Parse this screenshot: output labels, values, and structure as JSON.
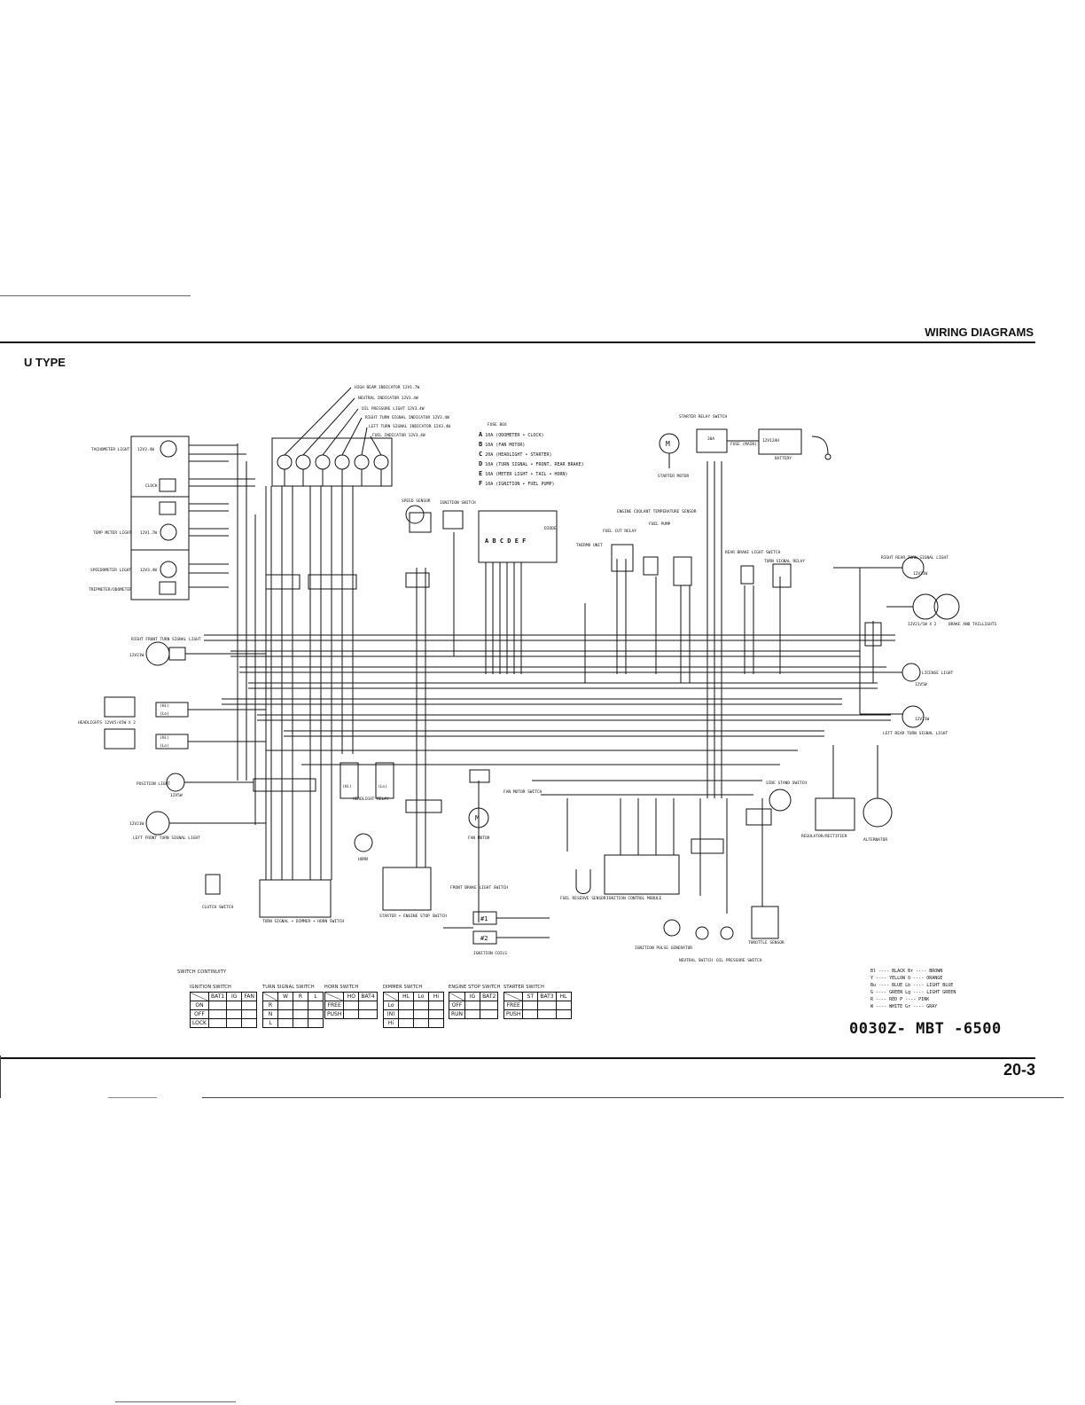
{
  "header": {
    "section_title": "WIRING DIAGRAMS",
    "type_label": "U TYPE",
    "page_number": "20-3"
  },
  "part_number": "0030Z- MBT -6500",
  "indicators": [
    "HIGH BEAM INDICATOR 12V1.7W",
    "NEUTRAL INDICATOR 12V3.4W",
    "OIL PRESSURE LIGHT 12V3.4W",
    "RIGHT TURN SIGNAL INDICATOR 12V3.4W",
    "LEFT TURN SIGNAL INDICATOR 12V3.4W",
    "FUEL INDICATOR 12V3.4W"
  ],
  "meter": {
    "tachometer": "TACHOMETER LIGHT",
    "tachometer_rating": "12V3.4W",
    "clock": "CLOCK",
    "temp": "TEMP METER LIGHT",
    "temp_rating": "12V1.7W",
    "speedometer": "SPEEDOMETER LIGHT",
    "speedometer_rating": "12V3.4W",
    "tripmeter": "TRIPMETER/ODOMETER"
  },
  "fusebox": {
    "title": "FUSE BOX",
    "fuses": [
      {
        "id": "A",
        "rating": "10A",
        "desc": "(ODOMETER • CLOCK)"
      },
      {
        "id": "B",
        "rating": "10A",
        "desc": "(FAN MOTOR)"
      },
      {
        "id": "C",
        "rating": "20A",
        "desc": "(HEADLIGHT • STARTER)"
      },
      {
        "id": "D",
        "rating": "10A",
        "desc": "(TURN SIGNAL • FRONT, REAR BRAKE)"
      },
      {
        "id": "E",
        "rating": "10A",
        "desc": "(METER LIGHT • TAIL • HORN)"
      },
      {
        "id": "F",
        "rating": "10A",
        "desc": "(IGNITION • FUEL PUMP)"
      }
    ],
    "letters": "A B C D E F",
    "diode": "DIODE"
  },
  "components": {
    "speed_sensor": "SPEED SENSOR",
    "ignition_switch": "IGNITION SWITCH",
    "starter_relay": "STARTER RELAY SWITCH",
    "fuse_main_rating": "30A",
    "fuse_main": "FUSE (MAIN)",
    "battery": "BATTERY",
    "battery_rating": "12V12AH",
    "starter_motor": "STARTER MOTOR",
    "coolant_sensor": "ENGINE COOLANT TEMPERATURE SENSOR",
    "fuel_pump": "FUEL PUMP",
    "fuel_cut_relay": "FUEL CUT RELAY",
    "thermo_unit": "THERMO UNIT",
    "rear_brake_switch": "REAR BRAKE LIGHT SWITCH",
    "turn_signal_relay": "TURN SIGNAL RELAY",
    "right_rear_turn": "RIGHT REAR TURN SIGNAL LIGHT",
    "right_rear_turn_rating": "12V21W",
    "brake_tail": "BRAKE AND TAILLIGHTS",
    "brake_tail_rating": "12V21/5W X 2",
    "license": "LICENSE LIGHT",
    "license_rating": "12V5W",
    "left_rear_turn": "LEFT REAR TURN SIGNAL LIGHT",
    "left_rear_turn_rating": "12V21W",
    "right_front_turn": "RIGHT FRONT TURN SIGNAL LIGHT",
    "right_front_turn_rating": "12V21W",
    "headlights": "HEADLIGHTS 12V45/45W X 2",
    "hi": "(Hi)",
    "lo": "(Lo)",
    "position_light": "POSITION LIGHT",
    "position_rating": "12V5W",
    "left_front_turn": "LEFT FRONT TURN SIGNAL LIGHT",
    "left_front_turn_rating": "12V21W",
    "clutch_switch": "CLUTCH SWITCH",
    "horn": "HORN",
    "headlight_relay": "HEADLIGHT RELAY",
    "fan_motor": "FAN MOTOR",
    "fan_motor_switch": "FAN MOTOR SWITCH",
    "front_brake_switch": "FRONT BRAKE LIGHT SWITCH",
    "starter_stop_switch": "STARTER • ENGINE STOP SWITCH",
    "turn_dimmer_horn": "TURN SIGNAL • DIMMER • HORN SWITCH",
    "ignition_coils": "IGNITION COILS",
    "coil1": "#1",
    "coil2": "#2",
    "fuel_reserve": "FUEL RESERVE SENSOR",
    "icm": "IGNITION CONTROL MODULE",
    "pulse_gen": "IGNITION PULSE GENERATOR",
    "neutral_switch": "NEUTRAL SWITCH",
    "oil_switch": "OIL PRESSURE SWITCH",
    "side_stand": "SIDE STAND SWITCH",
    "regulator": "REGULATOR/RECTIFIER",
    "alternator": "ALTERNATOR",
    "throttle": "THROTTLE SENSOR",
    "motor_symbol": "M"
  },
  "switch_continuity": {
    "title": "SWITCH CONTINUITY",
    "tables": [
      {
        "title": "IGNITION SWITCH",
        "cols": [
          "BAT1",
          "IG",
          "FAN"
        ],
        "rows": [
          "ON",
          "OFF",
          "LOCK"
        ]
      },
      {
        "title": "TURN SIGNAL SWITCH",
        "cols": [
          "W",
          "R",
          "L"
        ],
        "rows": [
          "R",
          "N",
          "L"
        ]
      },
      {
        "title": "HORN SWITCH",
        "cols": [
          "HO",
          "BAT4"
        ],
        "rows": [
          "FREE",
          "PUSH"
        ]
      },
      {
        "title": "DIMMER SWITCH",
        "cols": [
          "HL",
          "Lo",
          "Hi"
        ],
        "rows": [
          "Lo",
          "(N)",
          "Hi"
        ]
      },
      {
        "title": "ENGINE STOP SWITCH",
        "cols": [
          "IG",
          "BAT2"
        ],
        "rows": [
          "OFF",
          "RUN"
        ]
      },
      {
        "title": "STARTER SWITCH",
        "cols": [
          "ST",
          "BAT3",
          "HL"
        ],
        "rows": [
          "FREE",
          "PUSH"
        ]
      }
    ]
  },
  "color_legend": [
    {
      "code": "Bl",
      "name": "BLACK",
      "code2": "Br",
      "name2": "BROWN"
    },
    {
      "code": "Y",
      "name": "YELLOW",
      "code2": "O",
      "name2": "ORANGE"
    },
    {
      "code": "Bu",
      "name": "BLUE",
      "code2": "Lb",
      "name2": "LIGHT BLUE"
    },
    {
      "code": "G",
      "name": "GREEN",
      "code2": "Lg",
      "name2": "LIGHT GREEN"
    },
    {
      "code": "R",
      "name": "RED",
      "code2": "P",
      "name2": "PINK"
    },
    {
      "code": "W",
      "name": "WHITE",
      "code2": "Gr",
      "name2": "GRAY"
    }
  ]
}
